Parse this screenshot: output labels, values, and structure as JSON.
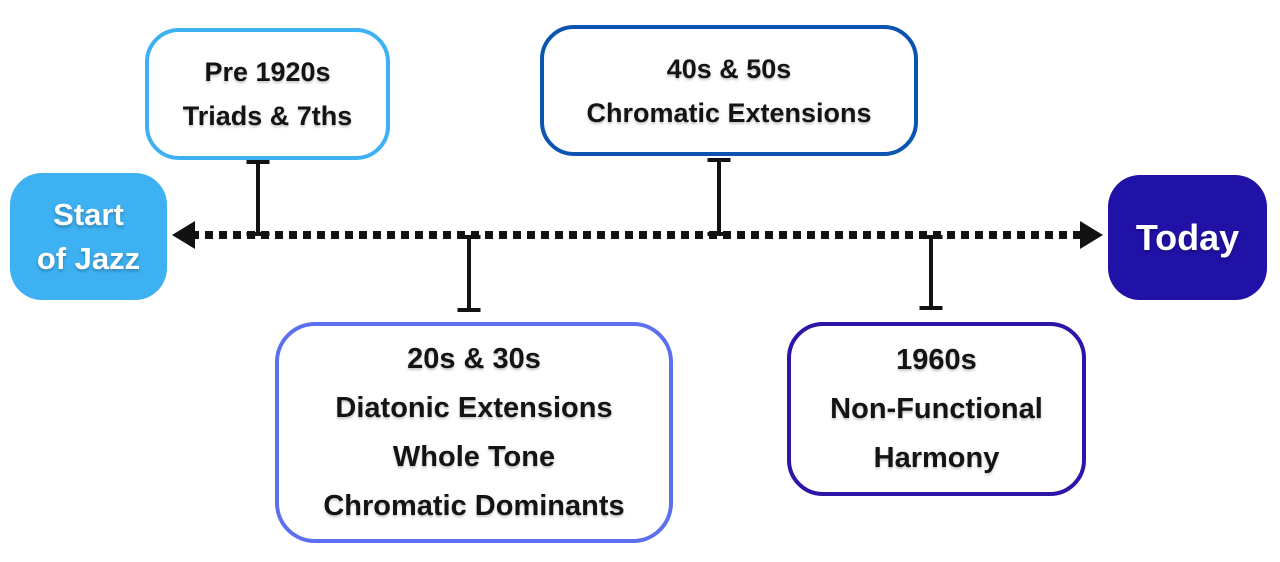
{
  "colors": {
    "sky_blue": "#3EB1F2",
    "medium_blue": "#0B55B0",
    "periwinkle": "#5C6FEF",
    "indigo": "#2B16A8",
    "deep_blue": "#2112A7",
    "line_black": "#121212",
    "text_black": "#141414"
  },
  "timeline": {
    "start_label": {
      "lines": [
        "Start",
        "of Jazz"
      ]
    },
    "end_label": "Today"
  },
  "events": [
    {
      "lines": [
        "Pre 1920s",
        "Triads & 7ths"
      ],
      "position": "above",
      "border_color": "#3EB1F2"
    },
    {
      "lines": [
        "20s & 30s",
        "Diatonic Extensions",
        "Whole Tone",
        "Chromatic Dominants"
      ],
      "position": "below",
      "border_color": "#5C6FEF"
    },
    {
      "lines": [
        "40s & 50s",
        "Chromatic Extensions"
      ],
      "position": "above",
      "border_color": "#0B55B0"
    },
    {
      "lines": [
        "1960s",
        "Non-Functional",
        "Harmony"
      ],
      "position": "below",
      "border_color": "#2B16A8"
    }
  ]
}
